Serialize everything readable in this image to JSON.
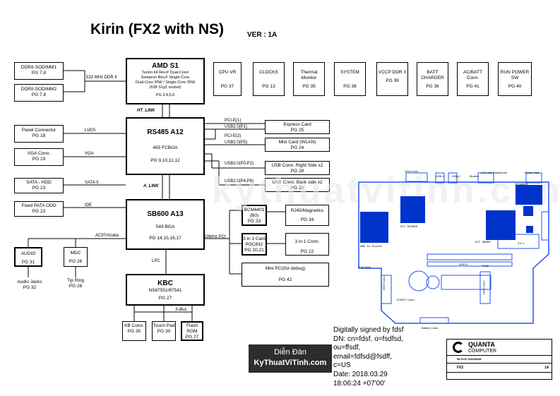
{
  "title": "Kirin (FX2 with NS)",
  "version": "VER : 1A",
  "blocks": {
    "ddr1": {
      "name": "DDRII-SODIMM1",
      "pg": "PG 7,8"
    },
    "ddr2": {
      "name": "DDRII-SODIMM2",
      "pg": "PG 7,8"
    },
    "cpu": {
      "name": "AMD S1",
      "l1": "Turion 64 Rev.F Dual-Core/",
      "l2": "Sempron Rev.F Single-Core",
      "l3": "Dual-Core 35W / Single-Core 25W",
      "l4": "(638 S1g1 socket)",
      "pg": "PG 3,4,5,6"
    },
    "cpuvr": {
      "name": "CPU VR",
      "pg": "PG 37"
    },
    "clocks": {
      "name": "CLOCKS",
      "pg": "PG 13"
    },
    "thermal": {
      "name": "Thermal Monitor",
      "pg": "PG 35"
    },
    "system": {
      "name": "SYSTEM",
      "pg": "PG 38"
    },
    "vccp": {
      "name": "VCCP DDR II",
      "pg": "PG 39"
    },
    "batt": {
      "name": "BATT CHARGER",
      "pg": "PG 36"
    },
    "acbatt": {
      "name": "AC/BATT Conn.",
      "pg": "PG 41"
    },
    "runpower": {
      "name": "RUN POWER SW",
      "pg": "PG 40"
    },
    "panel": {
      "name": "Panel Connector",
      "pg": "PG 18"
    },
    "vga": {
      "name": "VGA Conn.",
      "pg": "PG 19"
    },
    "nb": {
      "name": "RS485 A12",
      "pkg": "465 FCBGA",
      "pg": "PG 9,10,11,12"
    },
    "express": {
      "name": "Express Card",
      "pg": "PG 25"
    },
    "minicard": {
      "name": "Mini Card (WLAN)",
      "pg": "PG 24"
    },
    "usbright": {
      "name": "USB Conn. Right Side x2",
      "pg": "PG 28"
    },
    "usbback": {
      "name": "USB Conn. Back side x2",
      "pg": "PG 28"
    },
    "sata": {
      "name": "SATA - HDD",
      "pg": "PG 23"
    },
    "pata": {
      "name": "Fixed PATA ODD",
      "pg": "PG 23"
    },
    "sb": {
      "name": "SB600 A13",
      "pkg": "549 BGA",
      "pg": "PG 14,15,16,17"
    },
    "bcm": {
      "name": "BCM4401 (B0)",
      "pg": "PG 33"
    },
    "rj45": {
      "name": "RJ45/Magnetics",
      "pg": "PG 34"
    },
    "card3in1": {
      "name": "3 in 1 Card RSC832",
      "pg": "PG 20,21"
    },
    "conn3in1": {
      "name": "3 in 1 Conn.",
      "pg": "PG 22"
    },
    "minipci": {
      "name": "Mini PCI(for debug)",
      "pg": "PG 42"
    },
    "audio": {
      "name": "AUDIO",
      "pg": "PG 31"
    },
    "mdc": {
      "name": "MDC",
      "pg": "PG 26"
    },
    "jacks": {
      "name": "Audio Jacks",
      "pg": "PG 32"
    },
    "tipring": {
      "name": "Tip Ring",
      "pg": "PG 26"
    },
    "kbc": {
      "name": "KBC",
      "pkg": "NS87551/87541",
      "pg": "PG 27"
    },
    "kbconn": {
      "name": "KB Conn.",
      "pg": "PG 35"
    },
    "touchpad": {
      "name": "Touch Pad",
      "pg": "PG 30"
    },
    "flash": {
      "name": "Flash ROM",
      "pg": "PG 27"
    }
  },
  "labels": {
    "ddr_bus": "533 MHz DDR II",
    "ht_link": "HT_LINK",
    "lvds": "LVDS",
    "vga": "VGA",
    "pcie1": "PCI-E(1)",
    "usb20p1": "USB2.0(P1)",
    "pcie2": "PCI-E(2)",
    "usb20p5": "USB2.0(P5)",
    "usb20p02": "USB2.0(P0,P2)",
    "usb20p46": "USB2.0(P4,P6)",
    "sata2": "SATA II",
    "a_link": "A_LINK",
    "ide": "IDE",
    "ac97": "AC97/Azalia",
    "pci33": "33MHz PCI",
    "lpc": "LPC",
    "xbus": "X-Bus"
  },
  "board": {
    "u1": "ATI RS485M",
    "u2": "AMD S1 Socket",
    "u3": "ATI SB600",
    "c1": "VGA Conn.",
    "c2": "USB-1",
    "c3": "USB-2",
    "c4": "Modem",
    "c5": "LAN with transformer",
    "c6": "Power Jack",
    "c7": "BCM4401",
    "c8": "3 in 1",
    "c9": "DDR II",
    "c10": "PCBI",
    "c11": "FXB BHB",
    "c12": "ODD Conn.",
    "c13": "HDD Conn.",
    "c14": "R-BATT Conn.",
    "c15": "Battery Conn."
  },
  "signature": {
    "l1": "Digitally signed by fdsf",
    "l2": "DN: cn=fdsf, o=fsdfsd,",
    "l3": "ou=ffsdf,",
    "l4": "email=fdfsd@fsdff,",
    "l5": "c=US",
    "l6": "Date: 2018.03.29",
    "l7": "18:06:24 +07'00'"
  },
  "watermark": {
    "top": "Diễn Đàn",
    "bottom": "KyThuatViTinh.com",
    "bg": "kythuatvitinh.com"
  },
  "titleblock": {
    "company": "QUANTA",
    "sub": "COMPUTER",
    "doc": "BLOCK DIAGRAM",
    "proj": "FX2",
    "rev": "1A"
  },
  "colors": {
    "chip_blue": "#0033cc",
    "board_blue": "#2255ee",
    "wm_bg": "#2d2d2d"
  }
}
